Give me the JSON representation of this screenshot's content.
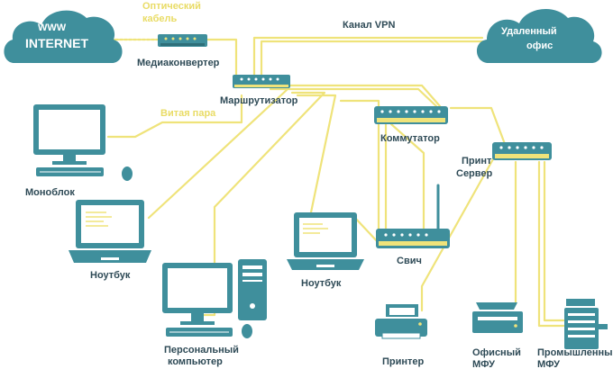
{
  "colors": {
    "teal": "#3f8f9c",
    "teal_dark": "#2e6f79",
    "cable": "#efe37a",
    "cable_dark": "#e3d458",
    "label": "#2e4a56",
    "white": "#ffffff"
  },
  "clouds": {
    "internet": {
      "line1": "WWW",
      "line2": "INTERNET"
    },
    "remote_office": {
      "line1": "Удаленный",
      "line2": "офис"
    }
  },
  "labels": {
    "optical_cable_1": "Оптический",
    "optical_cable_2": "кабель",
    "vpn_channel": "Канал VPN",
    "media_converter": "Медиаконвертер",
    "router": "Маршрутизатор",
    "twisted_pair": "Витая пара",
    "switch_main": "Коммутатор",
    "print_server_1": "Принт",
    "print_server_2": "Сервер",
    "monoblock": "Моноблок",
    "laptop_left": "Ноутбук",
    "switch_small": "Свич",
    "laptop_center": "Ноутбук",
    "pc_1": "Персональный",
    "pc_2": "компьютер",
    "printer": "Принтер",
    "office_mfu_1": "Офисный",
    "office_mfu_2": "МФУ",
    "industrial_mfu_1": "Промышленный",
    "industrial_mfu_2": "МФУ"
  },
  "icons": [
    "cloud-icon",
    "media-converter-icon",
    "router-icon",
    "switch-icon",
    "print-server-icon",
    "monitor-icon",
    "laptop-icon",
    "wifi-router-icon",
    "desktop-pc-icon",
    "printer-icon",
    "mfu-icon",
    "industrial-mfu-icon"
  ]
}
